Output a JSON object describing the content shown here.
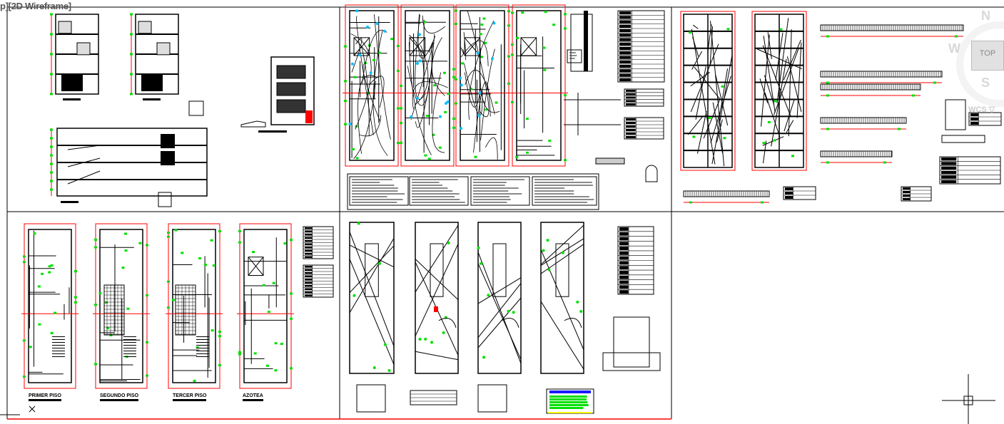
{
  "viewport": {
    "label": "p][2D Wireframe]"
  },
  "viewcube": {
    "north": "N",
    "west": "W",
    "south": "S",
    "top": "TOP",
    "wcs": "WCS ▽"
  },
  "plans": {
    "primer_piso": "PRIMER PISO",
    "segundo_piso": "SEGUNDO PISO",
    "tercer_piso": "TERCER PISO",
    "azotea": "AZOTEA"
  },
  "colors": {
    "lines": "#000000",
    "dimensions": "#ff0000",
    "markers": "#00e000",
    "fixtures": "#00c0ff",
    "legend_blue": "#1a1aff",
    "legend_yellow": "#ffff00"
  }
}
